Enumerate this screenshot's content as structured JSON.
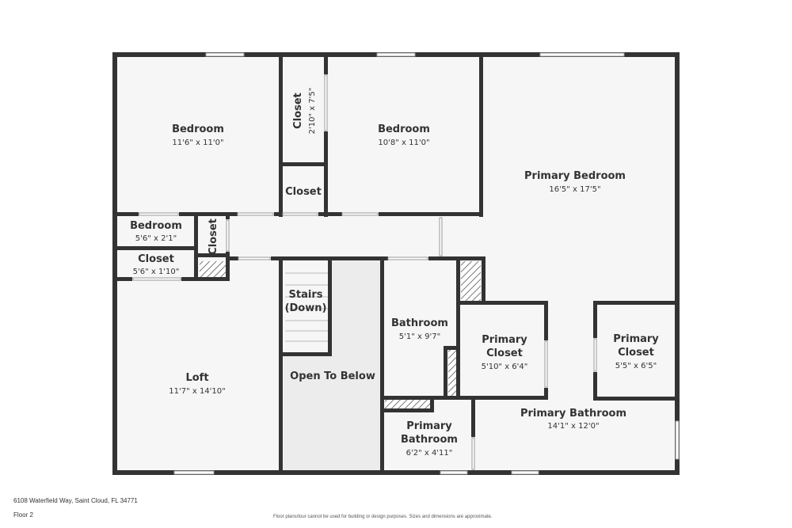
{
  "floor_label": "Floor 2",
  "address": "6108 Waterfield Way, Saint Cloud, FL 34771",
  "disclaimer": "Floor plans/tour cannot be used for building or design purposes. Sizes and dimensions are approximate.",
  "colors": {
    "wall": "#333333",
    "floor": "#f6f6f6",
    "open_to_below": "#ececec",
    "window": "#ffffff",
    "hatch": "#777777"
  },
  "rooms": {
    "bedroom_1": {
      "name": "Bedroom",
      "dim": "11'6\" x 11'0\""
    },
    "closet_1": {
      "name": "Closet",
      "dim": "2'10\" x 7'5\""
    },
    "bedroom_2": {
      "name": "Bedroom",
      "dim": "10'8\" x 11'0\""
    },
    "primary_bedroom": {
      "name": "Primary Bedroom",
      "dim": "16'5\" x 17'5\""
    },
    "closet_2": {
      "name": "Closet"
    },
    "bedroom_small": {
      "name": "Bedroom",
      "dim": "5'6\" x 2'1\""
    },
    "closet_vertical": {
      "name": "Closet"
    },
    "closet_3": {
      "name": "Closet",
      "dim": "5'6\" x 1'10\""
    },
    "stairs": {
      "line1": "Stairs",
      "line2": "(Down)"
    },
    "loft": {
      "name": "Loft",
      "dim": "11'7\" x 14'10\""
    },
    "open_to_below": {
      "name": "Open To Below"
    },
    "bathroom": {
      "name": "Bathroom",
      "dim": "5'1\" x 9'7\""
    },
    "primary_closet_1": {
      "line1": "Primary",
      "line2": "Closet",
      "dim": "5'10\" x 6'4\""
    },
    "primary_closet_2": {
      "line1": "Primary",
      "line2": "Closet",
      "dim": "5'5\" x 6'5\""
    },
    "primary_bathroom_large": {
      "name": "Primary Bathroom",
      "dim": "14'1\" x 12'0\""
    },
    "primary_bathroom_small": {
      "line1": "Primary",
      "line2": "Bathroom",
      "dim": "6'2\" x 4'11\""
    }
  }
}
